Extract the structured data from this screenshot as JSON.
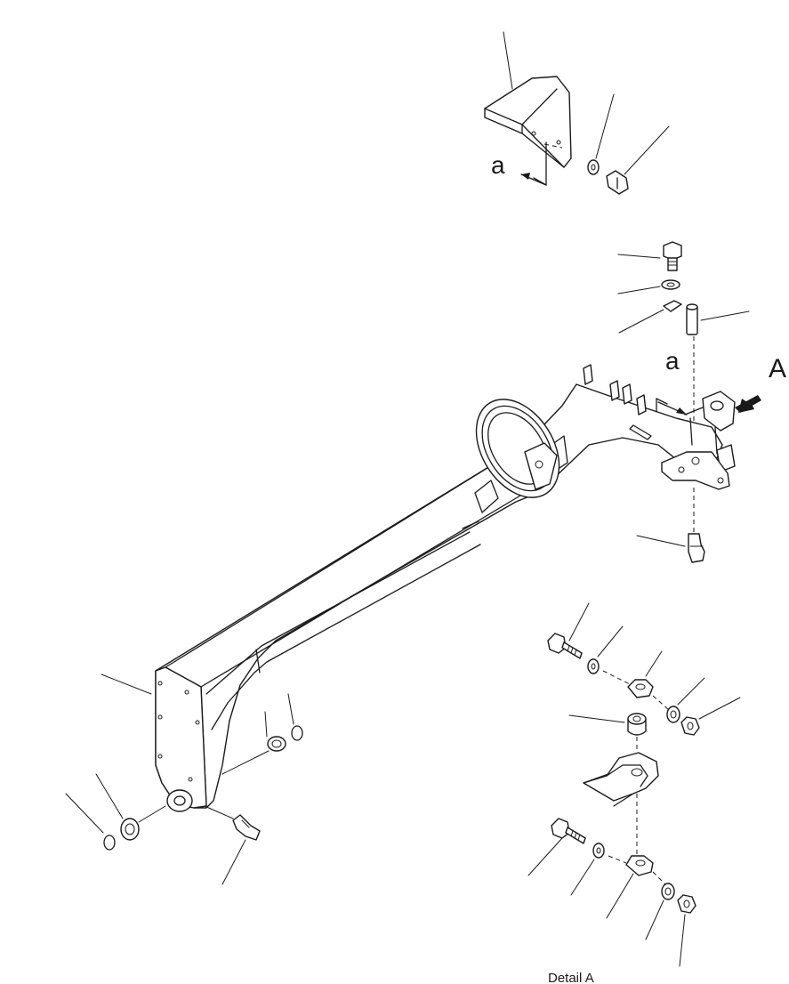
{
  "diagram": {
    "view_label_top": "a",
    "view_label_mid": "a",
    "detail_arrow_label": "A",
    "detail_caption": "Detail A",
    "colors": {
      "line": "#1a1a1a",
      "background": "#ffffff"
    }
  }
}
